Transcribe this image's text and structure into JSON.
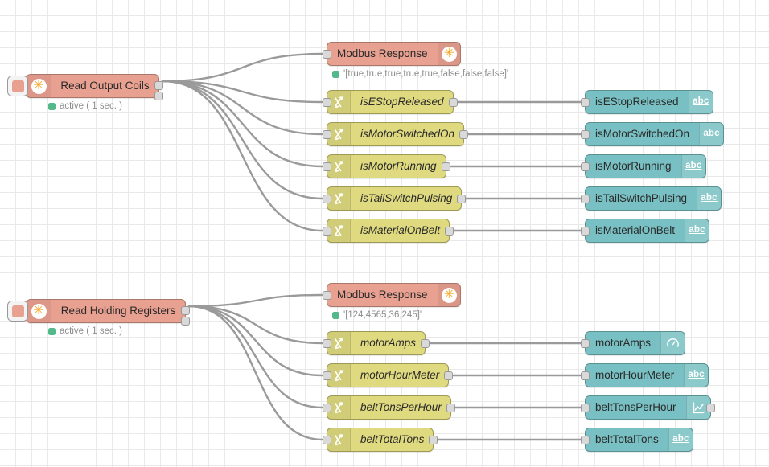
{
  "canvas": {
    "grid_size": 20,
    "background": "#ffffff",
    "grid_color": "#e9e9e9",
    "wire_color": "#9a9a9a"
  },
  "palette": {
    "read_node": "#e8a090",
    "response_node": "#e8a090",
    "function_node": "#dfd97f",
    "debug_node": "#78c0c3",
    "status_dot": "#53b88a",
    "status_text": "#8c8c8c"
  },
  "flows": [
    {
      "id": "coils",
      "read": {
        "label": "Read Output Coils",
        "icon": "modbus-asterisk-icon",
        "status": "active ( 1 sec. )"
      },
      "response": {
        "label": "Modbus Response",
        "icon": "modbus-asterisk-icon",
        "status": "'[true,true,true,true,true,false,false,false]'"
      },
      "functions": [
        {
          "label": "isEStopReleased",
          "icon": "function-icon"
        },
        {
          "label": "isMotorSwitchedOn",
          "icon": "function-icon"
        },
        {
          "label": "isMotorRunning",
          "icon": "function-icon"
        },
        {
          "label": "isTailSwitchPulsing",
          "icon": "function-icon"
        },
        {
          "label": "isMaterialOnBelt",
          "icon": "function-icon"
        }
      ],
      "sinks": [
        {
          "label": "isEStopReleased",
          "icon": "abc-text-icon"
        },
        {
          "label": "isMotorSwitchedOn",
          "icon": "abc-text-icon"
        },
        {
          "label": "isMotorRunning",
          "icon": "abc-text-icon"
        },
        {
          "label": "isTailSwitchPulsing",
          "icon": "abc-text-icon"
        },
        {
          "label": "isMaterialOnBelt",
          "icon": "abc-text-icon"
        }
      ]
    },
    {
      "id": "registers",
      "read": {
        "label": "Read Holding Registers",
        "icon": "modbus-asterisk-icon",
        "status": "active ( 1 sec. )"
      },
      "response": {
        "label": "Modbus Response",
        "icon": "modbus-asterisk-icon",
        "status": "'[124,4565,36,245]'"
      },
      "functions": [
        {
          "label": "motorAmps",
          "icon": "function-icon"
        },
        {
          "label": "motorHourMeter",
          "icon": "function-icon"
        },
        {
          "label": "beltTonsPerHour",
          "icon": "function-icon"
        },
        {
          "label": "beltTotalTons",
          "icon": "function-icon"
        }
      ],
      "sinks": [
        {
          "label": "motorAmps",
          "icon": "gauge-icon"
        },
        {
          "label": "motorHourMeter",
          "icon": "abc-text-icon"
        },
        {
          "label": "beltTonsPerHour",
          "icon": "chart-line-icon"
        },
        {
          "label": "beltTotalTons",
          "icon": "abc-text-icon"
        }
      ]
    }
  ]
}
